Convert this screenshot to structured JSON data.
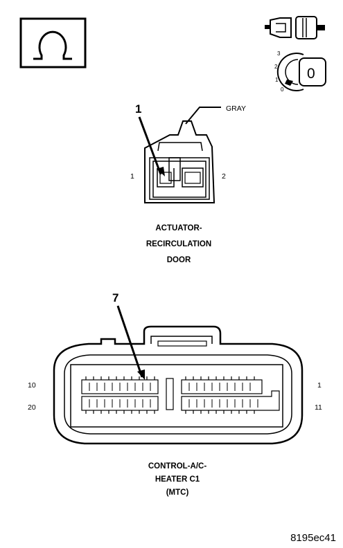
{
  "ohmmeter": {
    "icon": "ohm-symbol-icon",
    "symbol": "Ω"
  },
  "ignition": {
    "connector_icon": "disconnected-connector-icon",
    "key_icon": "ignition-key-off-icon",
    "key_positions": [
      "3",
      "2",
      "1",
      "0"
    ],
    "key_label": "0"
  },
  "actuator_connector": {
    "callout": "1",
    "color_label": "GRAY",
    "pin_left": "1",
    "pin_right": "2",
    "title_lines": [
      "ACTUATOR-",
      "RECIRCULATION",
      "DOOR"
    ]
  },
  "control_connector": {
    "callout": "7",
    "pin_top_left": "10",
    "pin_top_right": "1",
    "pin_bottom_left": "20",
    "pin_bottom_right": "11",
    "title_lines": [
      "CONTROL-A/C-",
      "HEATER C1",
      "(MTC)"
    ]
  },
  "figure_code": "8195ec41"
}
